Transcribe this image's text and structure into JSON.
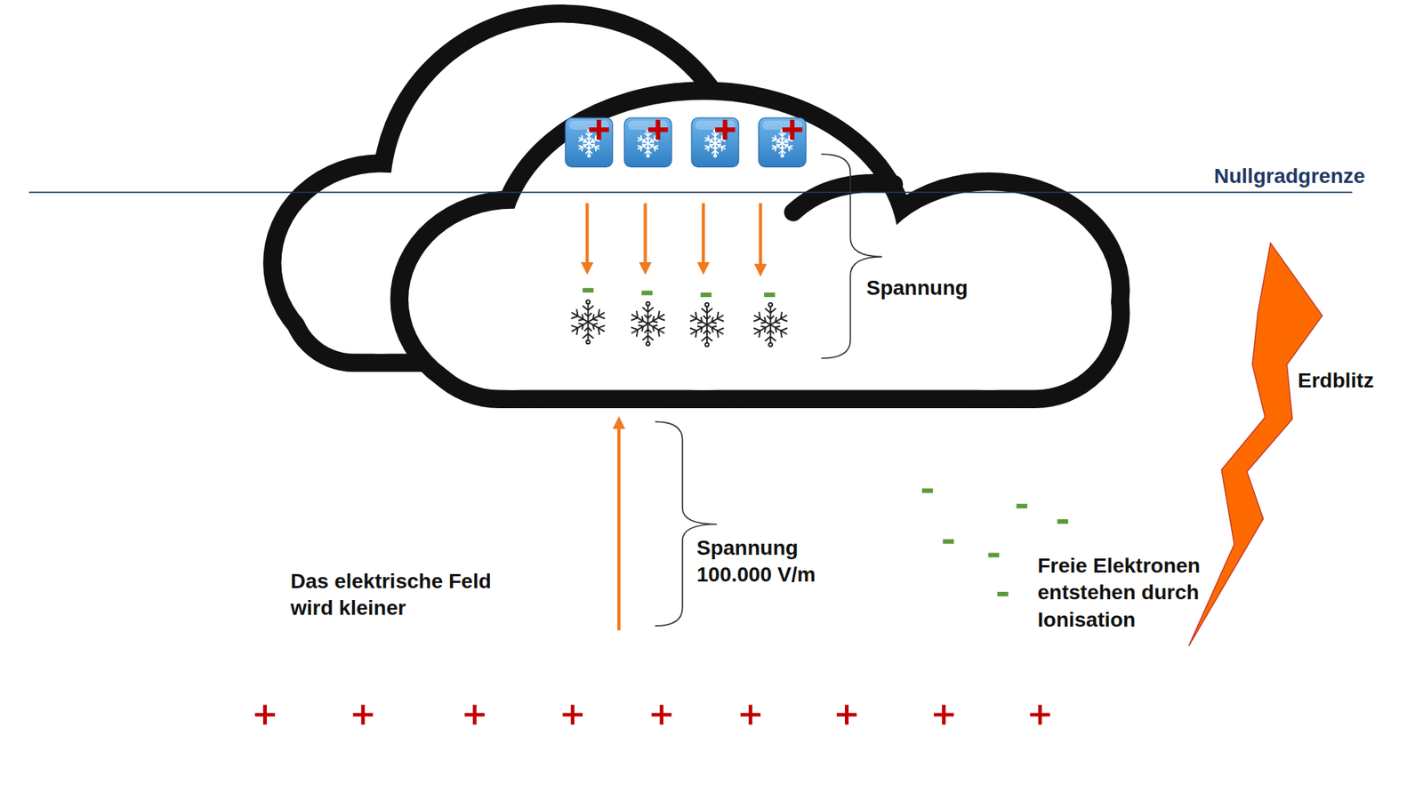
{
  "diagram": {
    "labels": [
      "Nullgradgrenze",
      "Spannung",
      "Erdblitz",
      "Spannung 100.000 V/m",
      "Das elektrische Feld wird kleiner",
      "Freie Elektronen entstehen durch Ionisation"
    ]
  }
}
